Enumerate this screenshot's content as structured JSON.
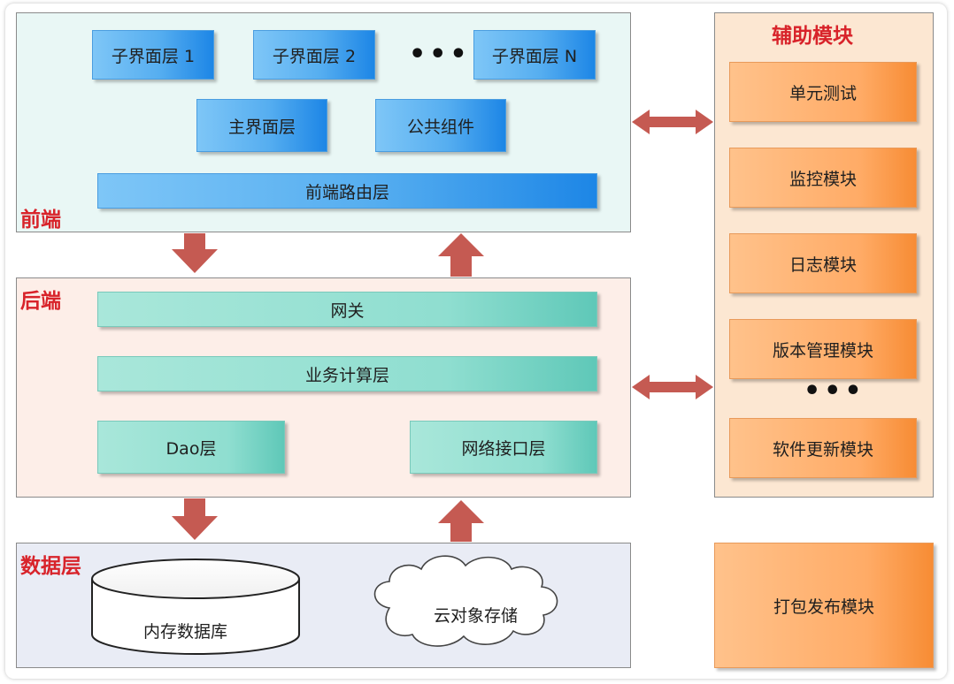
{
  "frontend": {
    "title": "前端",
    "sub_layers": [
      "子界面层 1",
      "子界面层 2",
      "子界面层 N"
    ],
    "ellipsis": "•••",
    "main_layer": "主界面层",
    "common_components": "公共组件",
    "router_layer": "前端路由层"
  },
  "backend": {
    "title": "后端",
    "gateway": "网关",
    "business_layer": "业务计算层",
    "dao_layer": "Dao层",
    "network_layer": "网络接口层"
  },
  "data_layer": {
    "title": "数据层",
    "memory_db": "内存数据库",
    "cloud_storage": "云对象存储"
  },
  "aux": {
    "title": "辅助模块",
    "modules": [
      "单元测试",
      "监控模块",
      "日志模块",
      "版本管理模块",
      "软件更新模块"
    ],
    "ellipsis": "•••"
  },
  "packaging": "打包发布模块",
  "colors": {
    "title_red": "#d8232a",
    "arrow_red": "#c55a52",
    "frontend_bg": "#e9f7f5",
    "backend_bg": "#fdeee8",
    "data_bg": "#e9ecf5",
    "aux_bg": "#fce7d2"
  }
}
